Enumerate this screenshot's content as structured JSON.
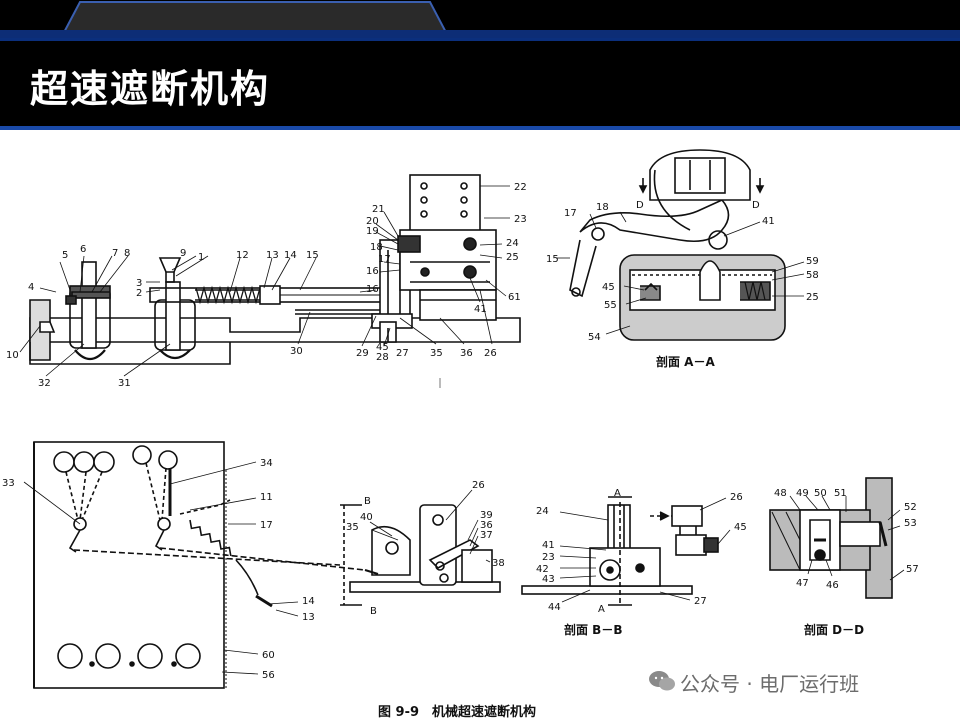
{
  "slide": {
    "title": "超速遮断机构"
  },
  "figure": {
    "caption": "图 9-9　机械超速遮断机构",
    "section_aa": "剖面 A－A",
    "section_bb": "剖面 B－B",
    "section_dd": "剖面 D－D",
    "labels": {
      "n1": "1",
      "n2": "2",
      "n3": "3",
      "n4": "4",
      "n5": "5",
      "n6": "6",
      "n7": "7",
      "n8": "8",
      "n9": "9",
      "n10": "10",
      "n11": "11",
      "n12": "12",
      "n13": "13",
      "n14": "14",
      "n15": "15",
      "n16": "16",
      "n17": "17",
      "n18": "18",
      "n19": "19",
      "n20": "20",
      "n21": "21",
      "n22": "22",
      "n23": "23",
      "n24": "24",
      "n25": "25",
      "n26": "26",
      "n27": "27",
      "n28": "28",
      "n29": "29",
      "n30": "30",
      "n31": "31",
      "n32": "32",
      "n33": "33",
      "n34": "34",
      "n35": "35",
      "n36": "36",
      "n37": "37",
      "n38": "38",
      "n39": "39",
      "n40": "40",
      "n41": "41",
      "n42": "42",
      "n43": "43",
      "n44": "44",
      "n45": "45",
      "n46": "46",
      "n47": "47",
      "n48": "48",
      "n49": "49",
      "n50": "50",
      "n51": "51",
      "n52": "52",
      "n53": "53",
      "n54": "54",
      "n55": "55",
      "n56": "56",
      "n57": "57",
      "n58": "58",
      "n59": "59",
      "n60": "60",
      "n61": "61",
      "A": "A",
      "B": "B",
      "D": "D"
    }
  },
  "watermark": {
    "text": "公众号 · 电厂运行班"
  }
}
